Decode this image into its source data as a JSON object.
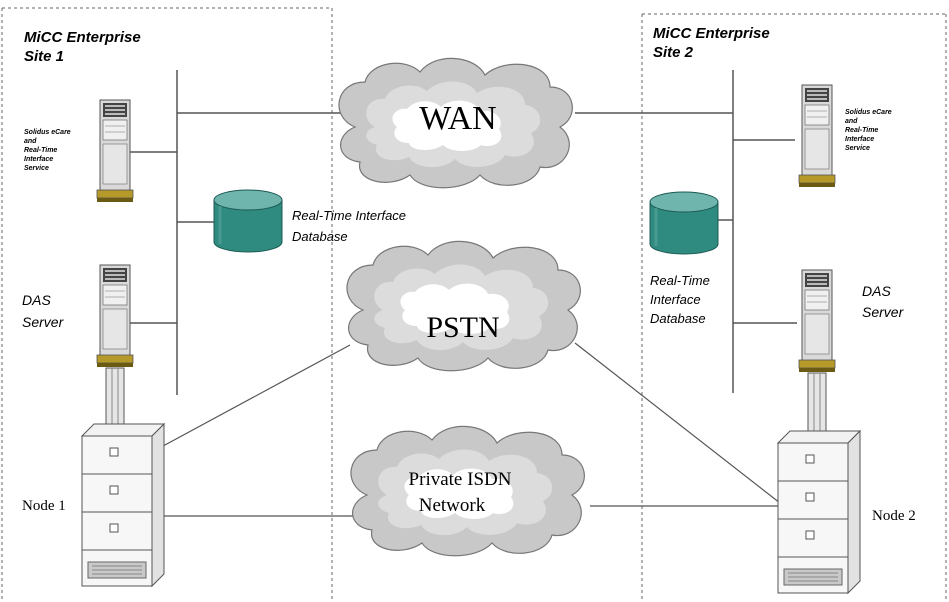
{
  "site1": {
    "title_line1": "MiCC Enterprise",
    "title_line2": "Site 1",
    "server_top_label": [
      "Solidus eCare",
      "and",
      "Real-Time",
      "Interface",
      "Service"
    ],
    "das_label": [
      "DAS",
      "Server"
    ],
    "database_label": [
      "Real-Time Interface",
      "Database"
    ],
    "node_label": "Node 1"
  },
  "site2": {
    "title_line1": "MiCC Enterprise",
    "title_line2": "Site 2",
    "server_top_label": [
      "Solidus eCare",
      "and",
      "Real-Time",
      "Interface",
      "Service"
    ],
    "das_label": [
      "DAS",
      "Server"
    ],
    "database_label": [
      "Real-Time",
      "Interface",
      "Database"
    ],
    "node_label": "Node 2"
  },
  "clouds": {
    "wan": "WAN",
    "pstn": "PSTN",
    "isdn_line1": "Private ISDN",
    "isdn_line2": "Network"
  },
  "colors": {
    "database_fill": "#2f8a80",
    "database_top": "#6fb5ad",
    "cloud_outer": "#c8c8c8",
    "cloud_mid": "#dcdcdc",
    "cloud_inner": "#ffffff",
    "line": "#555555"
  }
}
